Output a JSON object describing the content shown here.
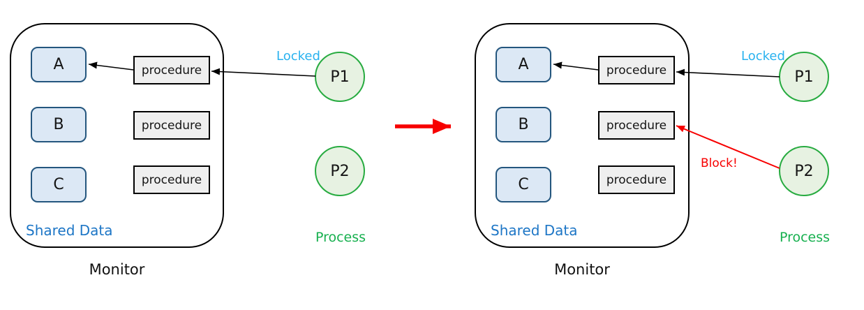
{
  "colors": {
    "data_box_fill": "#dce8f5",
    "data_box_border": "#24567e",
    "procedure_fill": "#efefef",
    "procedure_border": "#000000",
    "process_circle_fill": "#e7f2e2",
    "process_circle_border": "#27ab40",
    "locked_label": "#29b2ef",
    "shared_data_label": "#1d76c6",
    "process_label": "#17b04f",
    "block_label": "#f70000",
    "transition_arrow": "#f70000",
    "black_arrow": "#000000"
  },
  "left": {
    "data_blocks": [
      "A",
      "B",
      "C"
    ],
    "procedures": [
      "procedure",
      "procedure",
      "procedure"
    ],
    "shared_data_label": "Shared Data",
    "monitor_label": "Monitor",
    "locked_label": "Locked",
    "processes": [
      "P1",
      "P2"
    ],
    "process_label": "Process"
  },
  "right": {
    "data_blocks": [
      "A",
      "B",
      "C"
    ],
    "procedures": [
      "procedure",
      "procedure",
      "procedure"
    ],
    "shared_data_label": "Shared Data",
    "monitor_label": "Monitor",
    "locked_label": "Locked",
    "processes": [
      "P1",
      "P2"
    ],
    "process_label": "Process",
    "block_label": "Block!"
  }
}
